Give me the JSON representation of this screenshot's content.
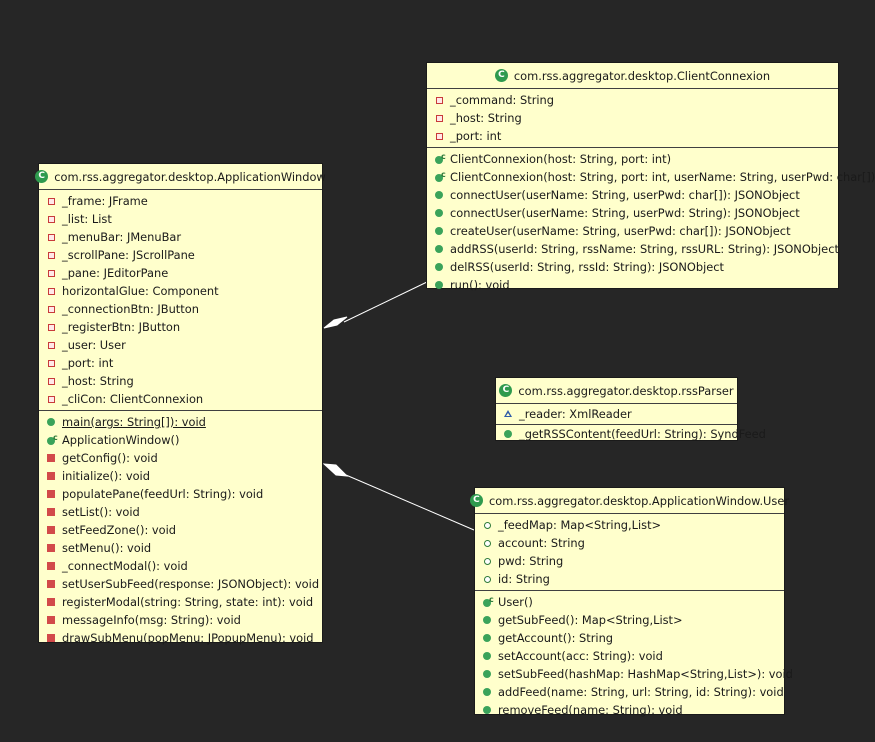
{
  "classes": {
    "application_window": {
      "title": "com.rss.aggregator.desktop.ApplicationWindow",
      "fields": [
        {
          "text": "_frame: JFrame",
          "vis": "priv-field"
        },
        {
          "text": "_list: List",
          "vis": "priv-field"
        },
        {
          "text": "_menuBar: JMenuBar",
          "vis": "priv-field"
        },
        {
          "text": "_scrollPane: JScrollPane",
          "vis": "priv-field"
        },
        {
          "text": "_pane: JEditorPane",
          "vis": "priv-field"
        },
        {
          "text": "horizontalGlue: Component",
          "vis": "priv-field"
        },
        {
          "text": "_connectionBtn: JButton",
          "vis": "priv-field"
        },
        {
          "text": "_registerBtn: JButton",
          "vis": "priv-field"
        },
        {
          "text": "_user: User",
          "vis": "priv-field"
        },
        {
          "text": "_port: int",
          "vis": "priv-field"
        },
        {
          "text": "_host: String",
          "vis": "priv-field"
        },
        {
          "text": "_cliCon: ClientConnexion",
          "vis": "priv-field"
        }
      ],
      "methods": [
        {
          "text": "main(args: String[]): void",
          "vis": "pub-method",
          "static": true
        },
        {
          "text": "ApplicationWindow()",
          "vis": "ctor"
        },
        {
          "text": "getConfig(): void",
          "vis": "priv-method"
        },
        {
          "text": "initialize(): void",
          "vis": "priv-method"
        },
        {
          "text": "populatePane(feedUrl: String): void",
          "vis": "priv-method"
        },
        {
          "text": "setList(): void",
          "vis": "priv-method"
        },
        {
          "text": "setFeedZone(): void",
          "vis": "priv-method"
        },
        {
          "text": "setMenu(): void",
          "vis": "priv-method"
        },
        {
          "text": "_connectModal(): void",
          "vis": "priv-method"
        },
        {
          "text": "setUserSubFeed(response: JSONObject): void",
          "vis": "priv-method"
        },
        {
          "text": "registerModal(string: String, state: int): void",
          "vis": "priv-method"
        },
        {
          "text": "messageInfo(msg: String): void",
          "vis": "priv-method"
        },
        {
          "text": "drawSubMenu(popMenu: JPopupMenu): void",
          "vis": "priv-method"
        }
      ]
    },
    "client_connexion": {
      "title": "com.rss.aggregator.desktop.ClientConnexion",
      "fields": [
        {
          "text": "_command: String",
          "vis": "priv-field"
        },
        {
          "text": "_host: String",
          "vis": "priv-field"
        },
        {
          "text": "_port: int",
          "vis": "priv-field"
        }
      ],
      "methods": [
        {
          "text": "ClientConnexion(host: String, port: int)",
          "vis": "ctor"
        },
        {
          "text": "ClientConnexion(host: String, port: int, userName: String, userPwd: char[])",
          "vis": "ctor"
        },
        {
          "text": "connectUser(userName: String, userPwd: char[]): JSONObject",
          "vis": "pub-method"
        },
        {
          "text": "connectUser(userName: String, userPwd: String): JSONObject",
          "vis": "pub-method"
        },
        {
          "text": "createUser(userName: String, userPwd: char[]): JSONObject",
          "vis": "pub-method"
        },
        {
          "text": "addRSS(userId: String, rssName: String, rssURL: String): JSONObject",
          "vis": "pub-method"
        },
        {
          "text": "delRSS(userId: String, rssId: String): JSONObject",
          "vis": "pub-method"
        },
        {
          "text": "run(): void",
          "vis": "pub-method"
        }
      ]
    },
    "rss_parser": {
      "title": "com.rss.aggregator.desktop.rssParser",
      "fields": [
        {
          "text": "_reader: XmlReader",
          "vis": "prot-field"
        }
      ],
      "methods": [
        {
          "text": "_getRSSContent(feedUrl: String): SyndFeed",
          "vis": "pub-method"
        }
      ]
    },
    "user": {
      "title": "com.rss.aggregator.desktop.ApplicationWindow.User",
      "fields": [
        {
          "text": "_feedMap: Map<String,List>",
          "vis": "pub-field"
        },
        {
          "text": "account: String",
          "vis": "pub-field"
        },
        {
          "text": "pwd: String",
          "vis": "pub-field"
        },
        {
          "text": "id: String",
          "vis": "pub-field"
        }
      ],
      "methods": [
        {
          "text": "User()",
          "vis": "ctor"
        },
        {
          "text": "getSubFeed(): Map<String,List>",
          "vis": "pub-method"
        },
        {
          "text": "getAccount(): String",
          "vis": "pub-method"
        },
        {
          "text": "setAccount(acc: String): void",
          "vis": "pub-method"
        },
        {
          "text": "setSubFeed(hashMap: HashMap<String,List>): void",
          "vis": "pub-method"
        },
        {
          "text": "addFeed(name: String, url: String, id: String): void",
          "vis": "pub-method"
        },
        {
          "text": "removeFeed(name: String): void",
          "vis": "pub-method"
        }
      ]
    }
  },
  "colors": {
    "background": "#262626",
    "class_fill": "#ffffcc",
    "connector": "#ffffff"
  }
}
